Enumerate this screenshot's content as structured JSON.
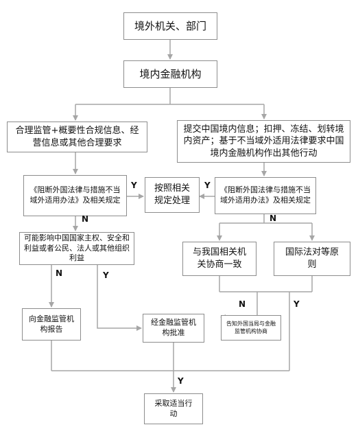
{
  "nodes": {
    "overseas_org": "境外机关、部门",
    "domestic_fin": "境内金融机构",
    "left_request": "合理监管+概要性合规信息、经营信息或其他合理要求",
    "right_request": "提交中国境内信息；扣押、冻结、划转境内资产；基于不当域外适用法律要求中国境内金融机构作出其他行动",
    "left_check": "《阻断外国法律与措施不当域外适用办法》及相关规定",
    "handle_per_rules": "按照相关规定处理",
    "right_check": "《阻断外国法律与措施不当域外适用办法》及相关规定",
    "sovereignty_check": "可能影响中国国家主权、安全和利益或者公民、法人或其他组织利益",
    "consult_authority": "与我国相关机关协商一致",
    "intl_law": "国际法对等原则",
    "report_regulator": "向金融监管机构报告",
    "regulator_approval": "经金融监管机构批准",
    "notify_foreign": "告知外国当局与金融监管机构协商",
    "take_action": "采取适当行动"
  },
  "edge_labels": {
    "y": "Y",
    "n": "N"
  },
  "colors": {
    "line": "#a6a6a6",
    "border": "#8c8c8c"
  }
}
